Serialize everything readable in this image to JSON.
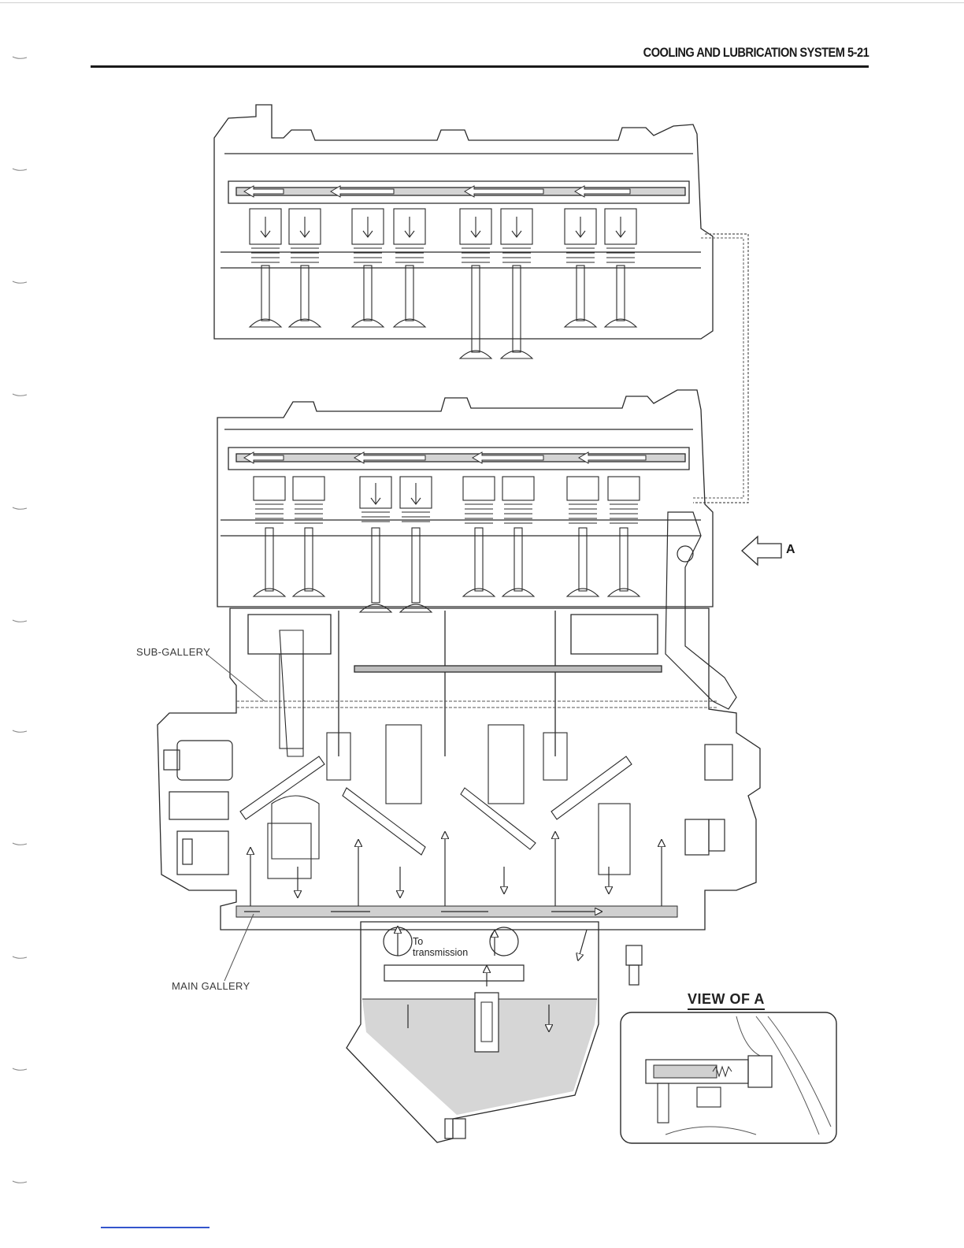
{
  "header": {
    "title": "COOLING AND LUBRICATION SYSTEM  5-21"
  },
  "labels": {
    "sub_gallery": "SUB-GALLERY",
    "main_gallery": "MAIN GALLERY",
    "view_arrow_letter": "A",
    "to_transmission_line1": "To",
    "to_transmission_line2": "transmission",
    "view_of_a": "VIEW OF A"
  },
  "colors": {
    "line": "#2a2a2a",
    "oil_flow": "#c8c8c8",
    "oil_pan": "#d6d6d6",
    "footer_accent": "#3355cc"
  },
  "icons": {
    "view_arrow": "hollow-left-arrow-icon",
    "flow_arrows": "oil-flow-arrow-icon"
  }
}
